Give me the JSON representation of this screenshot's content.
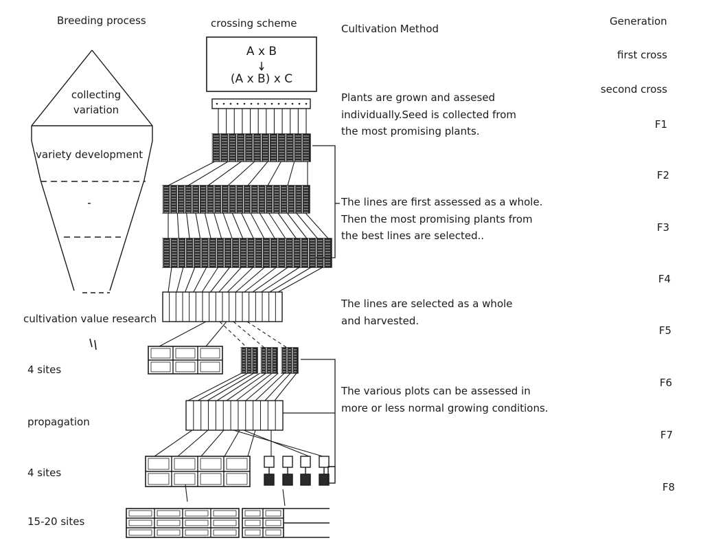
{
  "headers": {
    "breeding_process": "Breeding process",
    "crossing_scheme": "crossing scheme",
    "cultivation_method": "Cultivation Method",
    "generation": "Generation"
  },
  "breeding_shape": {
    "collecting_line1": "collecting",
    "collecting_line2": "variation",
    "variety_development": "variety development"
  },
  "cross_box": {
    "line1": "A x B",
    "line2": "(A x B) x C"
  },
  "left_labels": {
    "cultivation_value_research": "cultivation value research",
    "sites_a": "4 sites",
    "propagation": "propagation",
    "sites_b": "4 sites",
    "sites_c": "15-20 sites"
  },
  "methods": {
    "method1": "Plants are grown and assesed\nindividually.Seed is collected from\nthe most promising plants.",
    "method2": "The lines are first assessed as a whole.\nThen the most promising plants from\nthe best lines are selected..",
    "method3": "The lines are selected as a whole\nand harvested.",
    "method4": "The various plots can be assessed in\nmore or less normal growing conditions."
  },
  "generations": [
    "first cross",
    "second cross",
    "F1",
    "F2",
    "F3",
    "F4",
    "F5",
    "F6",
    "F7",
    "F8"
  ]
}
